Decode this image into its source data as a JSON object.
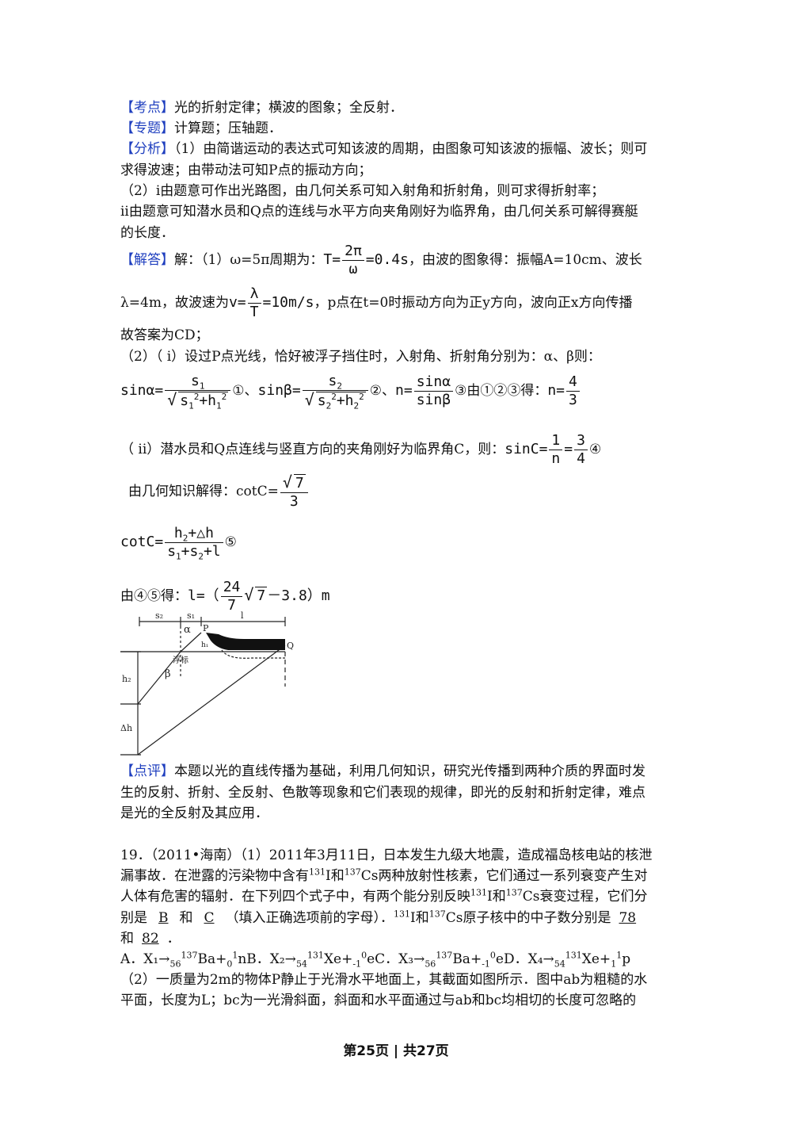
{
  "kaodian": {
    "tag": "【考点】",
    "text": "光的折射定律；横波的图象；全反射．"
  },
  "zhuanti": {
    "tag": "【专题】",
    "text": "计算题；压轴题．"
  },
  "fenxi": {
    "tag": "【分析】",
    "l1": "（1）由简谐运动的表达式可知该波的周期，由图象可知该波的振幅、波长；则可",
    "l2": "求得波速；由带动法可知P点的振动方向；",
    "l3": "（2）i由题意可作出光路图，由几何关系可知入射角和折射角，则可求得折射率；",
    "l4": "ii由题意可知潜水员和Q点的连线与水平方向夹角刚好为临界角，由几何关系可解得赛艇",
    "l5": "的长度．"
  },
  "jieda": {
    "tag": "【解答】",
    "a_pre": "解：（1）ω=5π周期为：",
    "a_T": "T=",
    "a_num": "2π",
    "a_den": "ω",
    "a_val": "=0.4s",
    "a_post": "，由波的图象得：振幅A=10cm、波长",
    "b_pre": "λ=4m，故波速为",
    "b_v": "v=",
    "b_num": "λ",
    "b_den": "T",
    "b_val": "=10m/s",
    "b_post": "，p点在t=0时振动方向为正y方向，波向正x方向传播",
    "c": "故答案为CD；",
    "d": "（2）（ i）设过P点光线，恰好被浮子挡住时，入射角、折射角分别为：α、β则：",
    "e_sina": "sinα=",
    "e_s1": "s",
    "e_s1sub": "1",
    "e_s1den": "s",
    "e_sq1": "2",
    "e_h1": "+h",
    "e_c1": "①、",
    "e_sinb": "sinβ=",
    "e_s2": "s",
    "e_s2sub": "2",
    "e_c2": "②、",
    "e_n": "n=",
    "e_nnum": "sinα",
    "e_nden": "sinβ",
    "e_c3": "③由①②③得：",
    "e_n2": "n=",
    "e_n2num": "4",
    "e_n2den": "3",
    "f_pre": "（ ii）潜水员和Q点连线与竖直方向的夹角刚好为临界角C，则：",
    "f_sinC": "sinC=",
    "f_num1": "1",
    "f_den1": "n",
    "f_eq": "=",
    "f_num2": "3",
    "f_den2": "4",
    "f_c4": "④",
    "g_pre": "由几何知识解得：cotC=",
    "g_num": "7",
    "g_den": "3",
    "h_cot": "cotC=",
    "h_num": "h",
    "h_num_sub": "2",
    "h_num_post": "+△h",
    "h_den_s": "s",
    "h_den_post": "+l",
    "h_c5": "⑤",
    "i_pre": "由④⑤得：",
    "i_l": "l=（",
    "i_num": "24",
    "i_den": "7",
    "i_rad": "7",
    "i_post": "－3.8）m"
  },
  "figure": {
    "s2": "s₂",
    "s1": "s₁",
    "l": "l",
    "alpha": "α",
    "P": "P",
    "h1": "h₁",
    "Q": "Q",
    "fubiao": "浮标",
    "beta": "β",
    "h2": "h₂",
    "dh": "Δh"
  },
  "dianping": {
    "tag": "【点评】",
    "l1": "本题以光的直线传播为基础，利用几何知识，研究光传播到两种介质的界面时发",
    "l2": "生的反射、折射、全反射、色散等现象和它们表现的规律，即光的反射和折射定律，难点",
    "l3": "是光的全反射及其应用．"
  },
  "q19": {
    "l1": "19．（2011•海南）（1）2011年3月11日，日本发生九级大地震，造成福岛核电站的核泄",
    "l2a": "漏事故．在泄露的污染物中含有",
    "l2b": "I和",
    "l2c": "Cs两种放射性核素，它们通过一系列衰变产生对",
    "l3a": "人体有危害的辐射．在下列四个式子中，有两个能分别反映",
    "l3b": "I和",
    "l3c": "Cs衰变过程，它们分",
    "l4a": "别是",
    "ansB": "B",
    "l4b": "和",
    "ansC": "C",
    "l4c": "（填入正确选项前的字母）．",
    "l4d": "I和",
    "l4e": "Cs原子核中的中子数分别是",
    "ans78": "78",
    "l5a": "和",
    "ans82": "82",
    "l5b": "．",
    "m131": "131",
    "m137": "137",
    "optA": "A．X₁→",
    "optA2": "Ba+",
    "optA3": "nB．X₂→",
    "optA4": "Xe+",
    "optA5": "eC．X₃→",
    "optA6": "Ba+",
    "optA7": "eD．X₄→",
    "optA8": "Xe+",
    "optA9": "p",
    "l7": "（2）一质量为2m的物体P静止于光滑水平地面上，其截面如图所示．图中ab为粗糙的水",
    "l8": "平面，长度为L；bc为一光滑斜面，斜面和水平面通过与ab和bc均相切的长度可忽略的"
  },
  "footer": "第25页 | 共27页"
}
